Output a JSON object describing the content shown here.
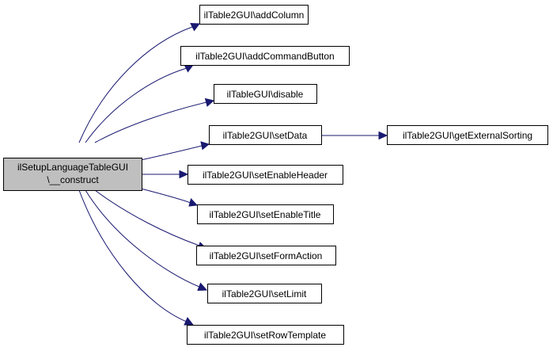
{
  "graph": {
    "root": {
      "line1": "ilSetupLanguageTableGUI",
      "line2": "\\__construct"
    },
    "callees": [
      {
        "id": "addColumn",
        "label": "ilTable2GUI\\addColumn"
      },
      {
        "id": "addCommandButton",
        "label": "ilTable2GUI\\addCommandButton"
      },
      {
        "id": "disable",
        "label": "ilTableGUI\\disable"
      },
      {
        "id": "setData",
        "label": "ilTable2GUI\\setData"
      },
      {
        "id": "setEnableHeader",
        "label": "ilTable2GUI\\setEnableHeader"
      },
      {
        "id": "setEnableTitle",
        "label": "ilTable2GUI\\setEnableTitle"
      },
      {
        "id": "setFormAction",
        "label": "ilTable2GUI\\setFormAction"
      },
      {
        "id": "setLimit",
        "label": "ilTable2GUI\\setLimit"
      },
      {
        "id": "setRowTemplate",
        "label": "ilTable2GUI\\setRowTemplate"
      }
    ],
    "secondary": {
      "id": "getExternalSorting",
      "label": "ilTable2GUI\\getExternalSorting"
    },
    "colors": {
      "edge": "#191970",
      "root_fill": "#bfbfbf",
      "node_fill": "#ffffff",
      "border": "#000000"
    }
  }
}
